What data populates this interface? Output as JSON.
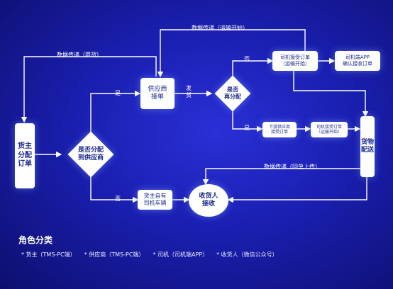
{
  "nodes": {
    "shipper_order": "货主分配订单",
    "assign_supplier_q": "是否分配\n到供应商",
    "supplier_accept": "供应商\n接单",
    "assign_again_q": "是否\n再分配",
    "driver_accept_transport": "司机接受订单\n（运输开始）",
    "driver_app_confirm": "司机端APP\n确认接收订单",
    "subsupplier_accept": "下游供应商\n接受订单",
    "driver_accept_transport2": "司机接受订单\n（运输开始）",
    "cargo_delivery": "货物配送",
    "own_driver": "货主自有\n司机车辆",
    "consignee_receive": "收货人\n接收"
  },
  "labels": {
    "data_transfer_pickup": "数据传递（提货）",
    "data_transfer_transport": "数据传递（运输开始）",
    "data_transfer_receipt": "数据传递（回单上传）",
    "yes1": "是",
    "no1": "否",
    "ship": "发\n货",
    "no2": "否",
    "yes2": "是"
  },
  "legend": {
    "title": "角色分类",
    "items": [
      "* 货主（TMS-PC端）",
      "* 供应商（TMS-PC端）",
      "* 司机（司机端APP）",
      "* 收货人（微信公众号）"
    ]
  },
  "colors": {
    "background": "#1a1fb0",
    "node_fill": "#ffffff",
    "node_text": "#1b2a8f",
    "connector": "#ffffff"
  }
}
